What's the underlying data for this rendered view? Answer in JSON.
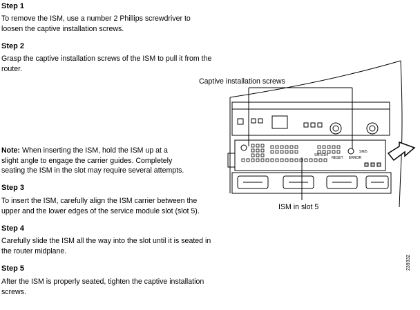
{
  "steps": [
    {
      "label": "Step 1",
      "text": [
        "To remove the ISM, use a number 2 Phillips screwdriver to",
        "loosen the captive installation screws."
      ]
    },
    {
      "label": "Step 2",
      "text": [
        "Grasp the captive installation screws of the ISM to pull it from the",
        "router."
      ]
    },
    {
      "label": "Step 3",
      "text": [
        "To insert the ISM, carefully align the ISM carrier between the",
        "upper and the lower edges of the service module slot (slot 5)."
      ]
    },
    {
      "label": "Step 4",
      "text": [
        "Carefully slide the ISM all the way into the slot until it is seated in",
        "the router midplane."
      ]
    },
    {
      "label": "Step 5",
      "text": [
        "After the ISM is properly seated, tighten the captive installation",
        "screws."
      ]
    }
  ],
  "note": {
    "label": "Note:",
    "lines": [
      "When inserting the ISM, hold the ISM up at a",
      "slight angle to engage the carrier guides. Completely",
      "seating the ISM in the slot may require several attempts."
    ]
  },
  "figure": {
    "callout_screws": "Captive installation screws",
    "callout_slot": "ISM in slot 5",
    "panel_labels": {
      "sm": "SM 5/1/4",
      "reset": "RESET",
      "error": "ERROR",
      "sm2": "SM/5"
    },
    "figure_id": "239332"
  }
}
